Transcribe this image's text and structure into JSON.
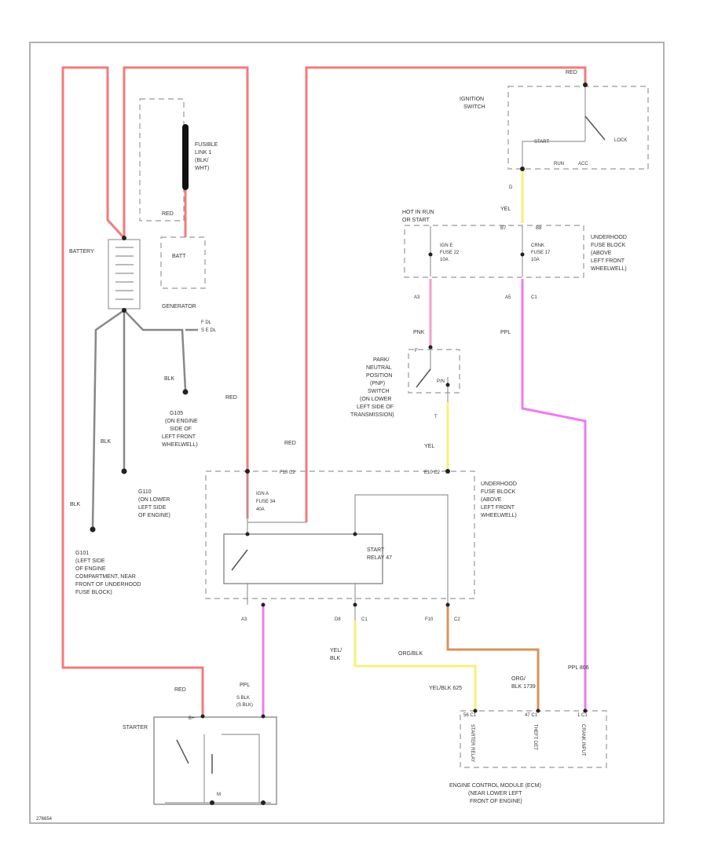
{
  "colors": {
    "red": "#f47a7a",
    "yellow": "#f4f27a",
    "pink": "#f07af0",
    "orange": "#d9925a",
    "black": "#666666"
  },
  "labels": {
    "fusible_link": [
      "FUSIBLE",
      "LINK 1",
      "(BLK/",
      "WHT)"
    ],
    "battery": "BATTERY",
    "batt": "BATT",
    "generator": "GENERATOR",
    "red_fusible": "RED",
    "gen_terminals": [
      "F  DL",
      "S  E DL"
    ],
    "blk_gen": "BLK",
    "g105": [
      "G105",
      "(ON ENGINE",
      "SIDE OF",
      "LEFT FRONT",
      "WHEELWELL)"
    ],
    "blk_bat_mid": "BLK",
    "g110": [
      "G110",
      "(ON LOWER",
      "LEFT SIDE",
      "OF ENGINE)"
    ],
    "blk_bat_left": "BLK",
    "g101": [
      "G101",
      "(LEFT SIDE",
      "OF ENGINE",
      "COMPARTMENT, NEAR",
      "FRONT OF UNDERHOOD",
      "FUSE BLOCK)"
    ],
    "red_mid": "RED",
    "red_upper": "RED",
    "red_top": "RED",
    "ignition_switch": [
      "IGNITION",
      "SWITCH"
    ],
    "ign_positions": [
      "START",
      "LOCK",
      "RUN",
      "ACC"
    ],
    "ign_out": "D",
    "yel_top": "YEL",
    "hot_in_run": [
      "HOT IN RUN",
      "OR START"
    ],
    "fuse_ign_conn": [
      "B7",
      "B8"
    ],
    "fuse_22": [
      "IGN E",
      "FUSE 22",
      "10A"
    ],
    "fuse_17": [
      "CRNK",
      "FUSE 17",
      "10A"
    ],
    "ufb_top": [
      "UNDERHOOD",
      "FUSE BLOCK",
      "(ABOVE",
      "LEFT FRONT",
      "WHEELWELL)"
    ],
    "fuse_out_conn": [
      "A3",
      "A5",
      "C1"
    ],
    "pnk": "PNK",
    "ppl_right": "PPL",
    "pnp_conn": "F",
    "pnp_switch": [
      "PARK/",
      "NEUTRAL",
      "POSITION",
      "(PNP)",
      "SWITCH",
      "(ON LOWER",
      "LEFT SIDE OF",
      "TRANSMISSION)"
    ],
    "pnp_positions": [
      "P/N"
    ],
    "pnp_out": "T",
    "yel_mid": "YEL",
    "ufb_mid_conn": [
      "F10  C2",
      "E10  C2"
    ],
    "fuse_34": [
      "IGN A",
      "FUSE 34",
      "40A"
    ],
    "relay": [
      "START",
      "RELAY 47"
    ],
    "ufb_mid": [
      "UNDERHOOD",
      "FUSE BLOCK",
      "(ABOVE",
      "LEFT FRONT",
      "WHEELWELL)"
    ],
    "relay_out_conn": [
      "A3",
      "D8",
      "C1",
      "F10",
      "C2"
    ],
    "yel_blk_wire": [
      "YEL/",
      "BLK"
    ],
    "org_blk_wire": "ORG/BLK",
    "yel_blk_625": "YEL/BLK  625",
    "org_blk_1739": [
      "ORG/",
      "BLK  1739"
    ],
    "ppl_806": "PPL  806",
    "red_starter": "RED",
    "ppl_starter": "PPL",
    "starter_term": [
      "S  BLK",
      "(S BLK)"
    ],
    "starter": "STARTER",
    "starter_terms": [
      "B+",
      "M"
    ],
    "ecm_pins": [
      "56 C1",
      "47 C1",
      "1 C1"
    ],
    "ecm_inputs": [
      "STARTER RELAY",
      "THEFT DET",
      "CRANK INPUT"
    ],
    "ecm": [
      "ENGINE CONTROL MODULE (ECM)",
      "(NEAR LOWER LEFT",
      "FRONT OF ENGINE)"
    ],
    "figure_code": "276654"
  }
}
